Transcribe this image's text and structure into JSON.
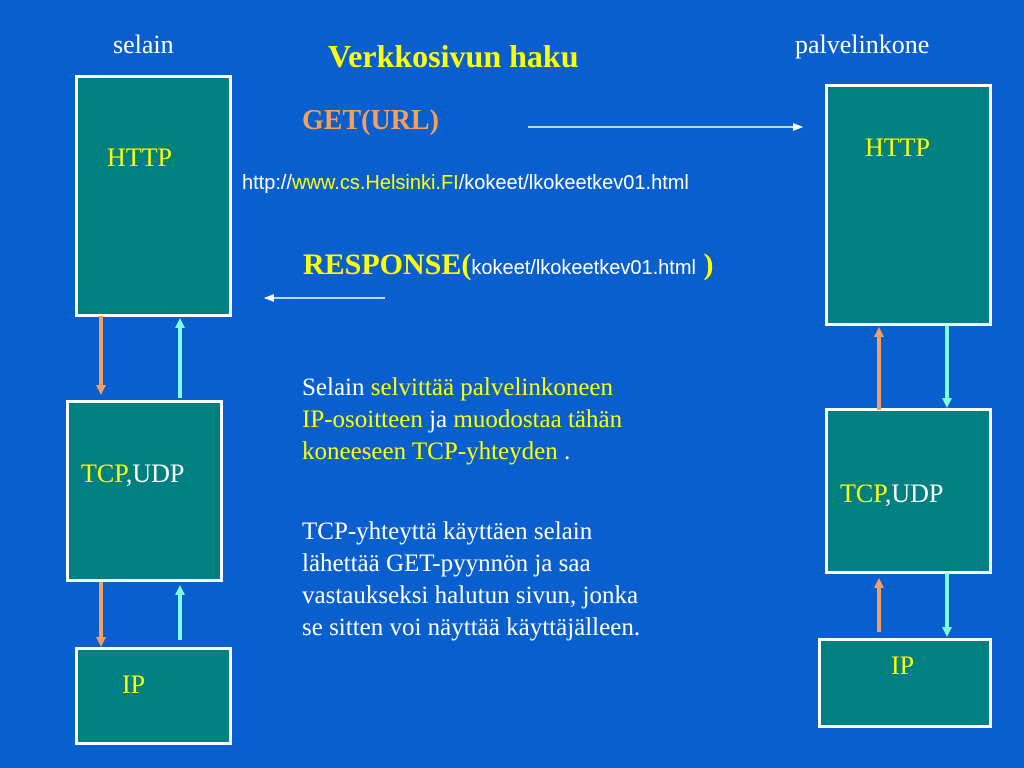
{
  "titles": {
    "left": "selain",
    "right": "palvelinkone",
    "main": "Verkkosivun haku"
  },
  "left_stack": {
    "http": "HTTP",
    "tcp": "TCP",
    "udp": ",UDP",
    "ip": "IP"
  },
  "right_stack": {
    "http": "HTTP",
    "tcp": "TCP",
    "udp": ",UDP",
    "ip": "IP"
  },
  "request": {
    "label": "GET(URL)",
    "url_prefix": "http://",
    "url_host": "www.cs.Helsinki.FI",
    "url_path": "/kokeet/lkokeetkev01.html"
  },
  "response": {
    "label": "RESPONSE(",
    "path": "kokeet/lkokeetkev01.html",
    "close": " )"
  },
  "paragraph1": {
    "s1": "Selain ",
    "s2": "selvittää palvelinkoneen",
    "s3": "IP-osoitteen",
    "s4": "  ja ",
    "s5": "muodostaa  tähän",
    "s6": "koneeseen  TCP-yhteyden",
    "s7": " ."
  },
  "paragraph2": {
    "line1": "TCP-yhteyttä käyttäen selain",
    "line2": "lähettää GET-pyynnön ja saa",
    "line3": "vastaukseksi halutun sivun, jonka",
    "line4": "se sitten voi näyttää käyttäjälleen."
  },
  "colors": {
    "background": "#0a5fcf",
    "box_fill": "#008080",
    "accent_yellow": "#ffff00",
    "arrow_orange": "#f0a060",
    "arrow_cyan": "#80ffe0"
  }
}
